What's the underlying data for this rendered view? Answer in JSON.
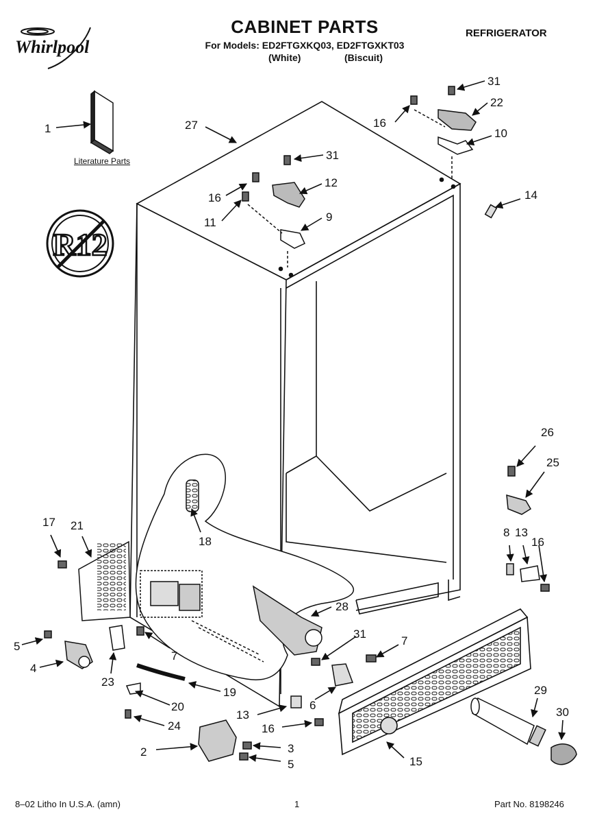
{
  "header": {
    "brand": "Whirlpool",
    "title": "CABINET PARTS",
    "models": "For Models: ED2FTGXKQ03, ED2FTGXKT03",
    "variant_1": "(White)",
    "variant_2": "(Biscuit)",
    "category": "REFRIGERATOR"
  },
  "badge_text": "R12",
  "literature_label": "Literature Parts",
  "footer": {
    "left": "8–02 Litho In U.S.A. (amn)",
    "center": "1",
    "right": "Part No. 8198246"
  },
  "callouts": {
    "c1": "1",
    "c27": "27",
    "c31a": "31",
    "c22": "22",
    "c16a": "16",
    "c10": "10",
    "c31b": "31",
    "c12": "12",
    "c16b": "16",
    "c11": "11",
    "c9": "9",
    "c14": "14",
    "c26": "26",
    "c25": "25",
    "c17": "17",
    "c21": "21",
    "c18": "18",
    "c8": "8",
    "c13a": "13",
    "c16c": "16",
    "c28": "28",
    "c5a": "5",
    "c4": "4",
    "c7a": "7",
    "c31c": "31",
    "c7b": "7",
    "c23": "23",
    "c19": "19",
    "c20": "20",
    "c6": "6",
    "c13b": "13",
    "c16d": "16",
    "c29": "29",
    "c30": "30",
    "c24": "24",
    "c2": "2",
    "c3": "3",
    "c5b": "5",
    "c15": "15"
  }
}
